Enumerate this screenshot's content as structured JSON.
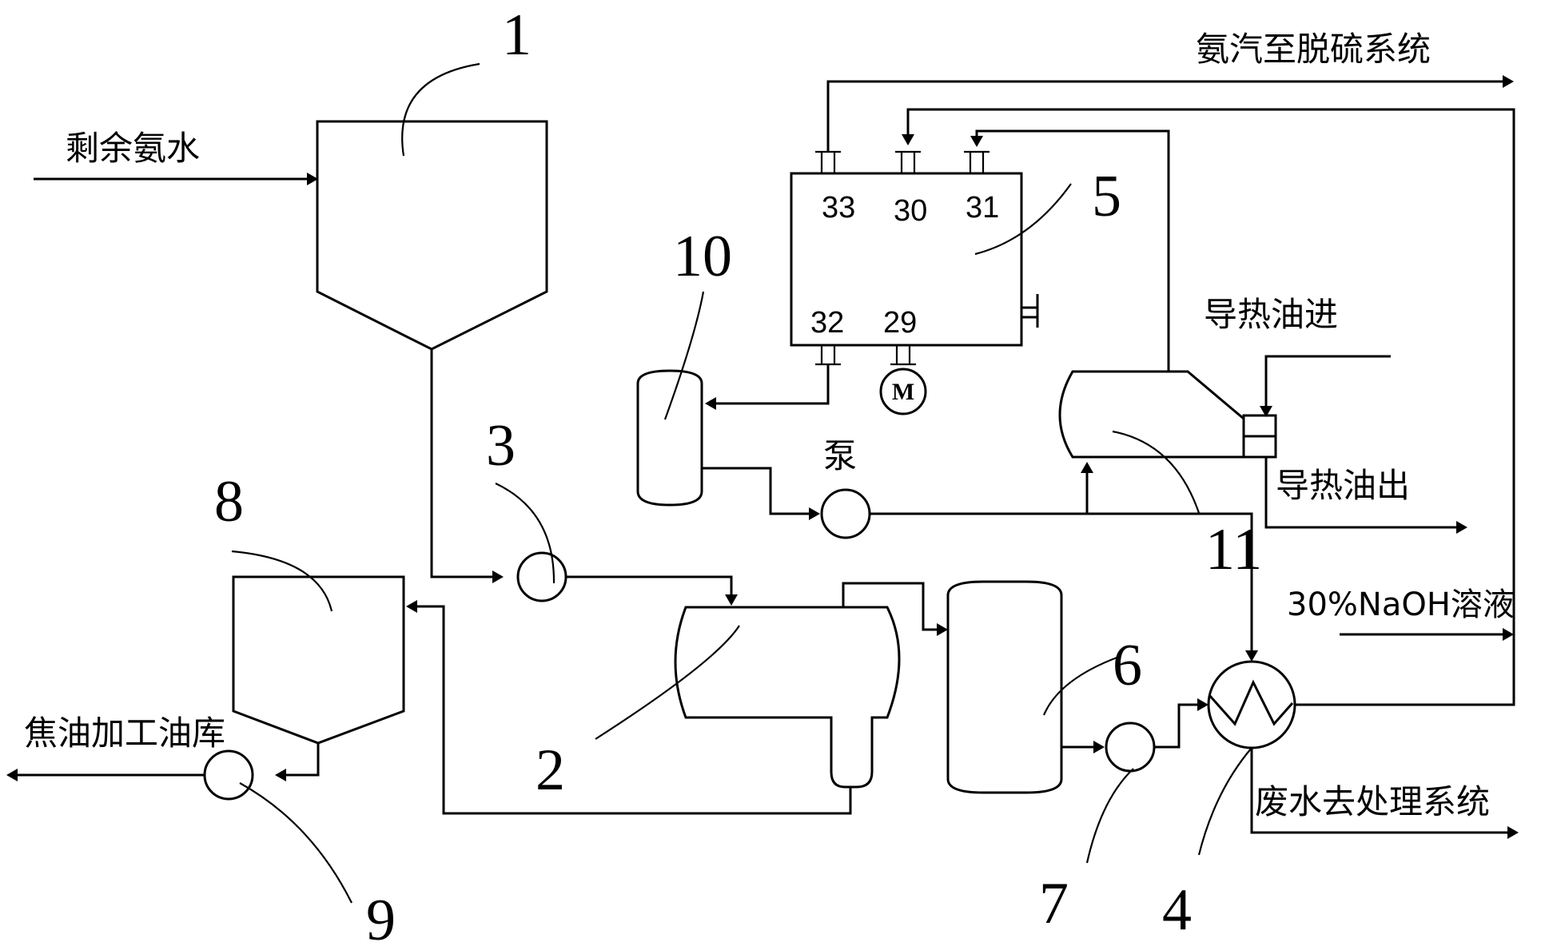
{
  "labels": {
    "remaining_ammonia_water": "剩余氨水",
    "ammonia_to_desulfurization": "氨汽至脱硫系统",
    "heat_oil_in": "导热油进",
    "heat_oil_out": "导热油出",
    "naoh_solution": "30%NaOH溶液",
    "wastewater_treatment": "废水去处理系统",
    "tar_depot": "焦油加工油库",
    "pump": "泵",
    "motor": "M"
  },
  "equipment_numbers": {
    "n1": "1",
    "n2": "2",
    "n3": "3",
    "n4": "4",
    "n5": "5",
    "n6": "6",
    "n7": "7",
    "n8": "8",
    "n9": "9",
    "n10": "10",
    "n11": "11"
  },
  "ports": {
    "p33": "33",
    "p30": "30",
    "p31": "31",
    "p32": "32",
    "p29": "29"
  },
  "colors": {
    "line": "#000000",
    "background": "#ffffff"
  }
}
